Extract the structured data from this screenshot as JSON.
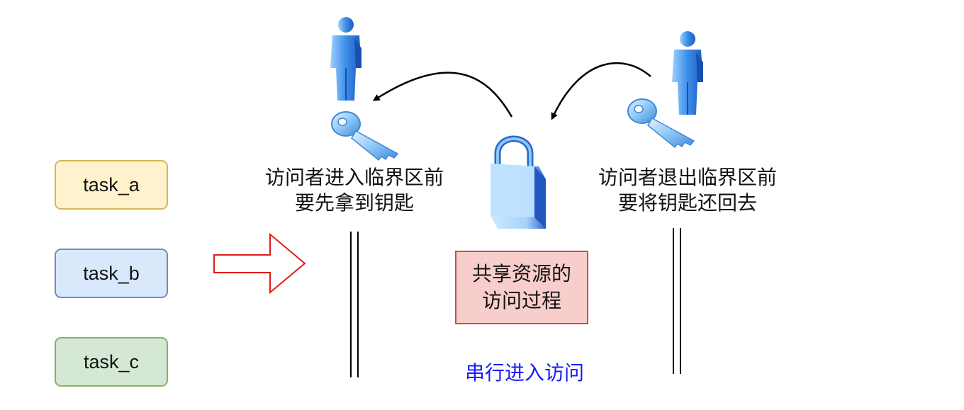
{
  "tasks": [
    {
      "label": "task_a",
      "fill": "#fff2cc",
      "stroke": "#d6b656"
    },
    {
      "label": "task_b",
      "fill": "#dae8fc",
      "stroke": "#6c8ebf"
    },
    {
      "label": "task_c",
      "fill": "#d5e8d4",
      "stroke": "#82b366"
    }
  ],
  "notes": {
    "enter": {
      "line1": "访问者进入临界区前",
      "line2": "要先拿到钥匙"
    },
    "exit": {
      "line1": "访问者退出临界区前",
      "line2": "要将钥匙还回去"
    }
  },
  "resource": {
    "line1": "共享资源的",
    "line2": "访问过程",
    "fill": "#f8cecc",
    "stroke": "#b85450"
  },
  "serial_label": "串行进入访问",
  "colors": {
    "arrow_red": "#e31a1a",
    "serial_blue": "#1a1aff",
    "icon_blue": "#3b8ee8"
  },
  "icons": [
    "person-icon",
    "key-icon",
    "padlock-icon",
    "curved-arrow-icon",
    "hollow-right-arrow-icon"
  ]
}
